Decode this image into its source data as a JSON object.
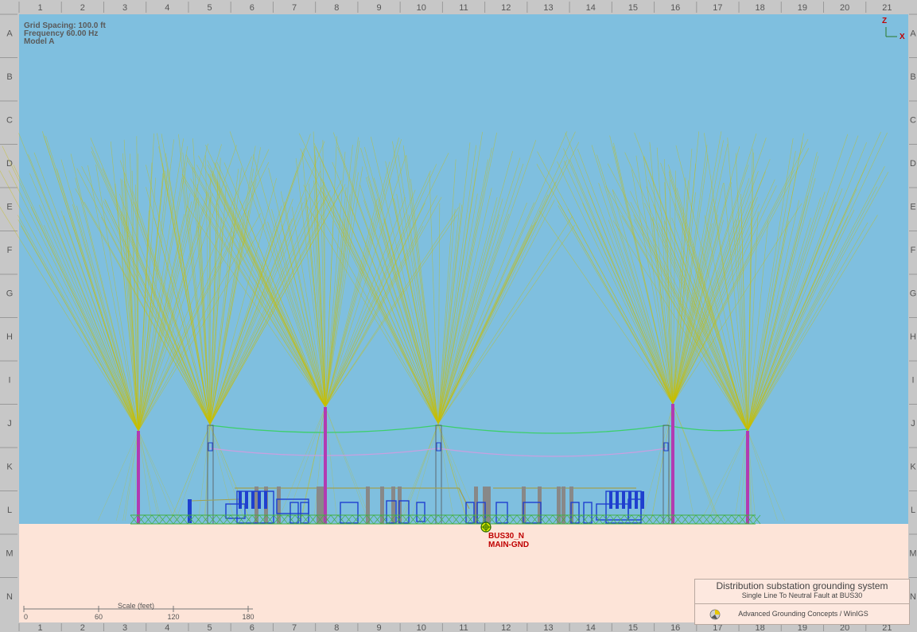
{
  "info": {
    "grid_spacing": "Grid Spacing: 100.0 ft",
    "frequency": "Frequency 60.00 Hz",
    "model": "Model A"
  },
  "ruler": {
    "columns": [
      "1",
      "2",
      "3",
      "4",
      "5",
      "6",
      "7",
      "8",
      "9",
      "10",
      "11",
      "12",
      "13",
      "14",
      "15",
      "16",
      "17",
      "18",
      "19",
      "20",
      "21"
    ],
    "rows": [
      "A",
      "B",
      "C",
      "D",
      "E",
      "F",
      "G",
      "H",
      "I",
      "J",
      "K",
      "L",
      "M",
      "N"
    ]
  },
  "axes": {
    "z": "Z",
    "x": "X"
  },
  "scale": {
    "title": "Scale (feet)",
    "ticks": [
      "0",
      "60",
      "120",
      "180"
    ]
  },
  "bus_label": {
    "line1": "BUS30_N",
    "line2": "MAIN-GND"
  },
  "title_block": {
    "title": "Distribution substation grounding system",
    "subtitle": "Single Line To Neutral Fault at BUS30",
    "brand": "Advanced Grounding Concepts / WinIGS"
  },
  "colors": {
    "sky": "#7fbfdf",
    "ground": "#fde4d8",
    "ruler": "#c7c7c7",
    "field_lines": "#c8c000",
    "poles": "#b23ab2",
    "equipment": "#1f3fcf",
    "steel": "#888888",
    "conductor": "#a0a050",
    "shield_wire": "#3ccf6a",
    "phase_wire": "#c9a0e0",
    "fence": "#40b040",
    "label_red": "#c00000"
  }
}
